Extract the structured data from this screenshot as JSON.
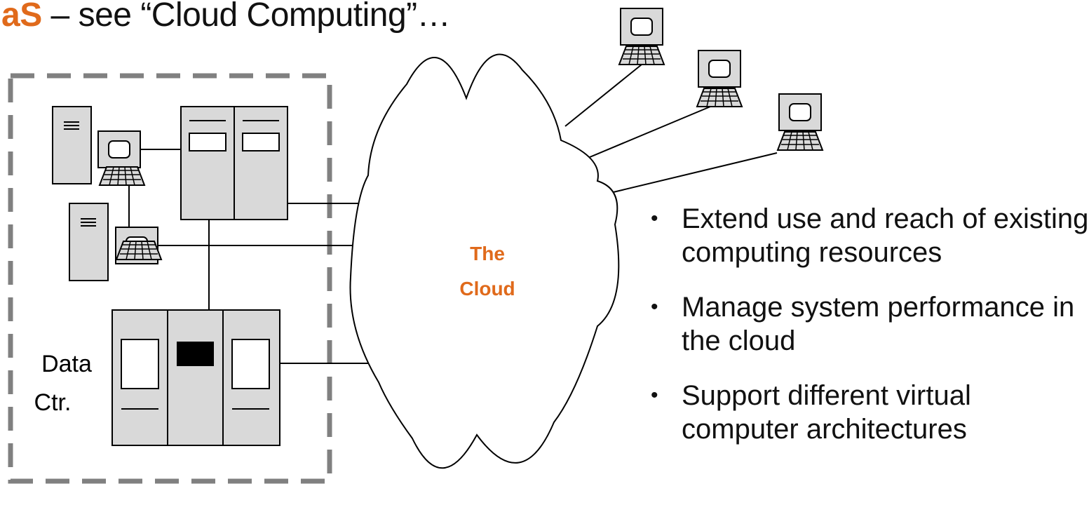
{
  "heading": {
    "accent": "aS",
    "rest": " – see “Cloud Computing”…"
  },
  "diagram": {
    "cloud_label_line1": "The",
    "cloud_label_line2": "Cloud",
    "datacenter_label_line1": "Data",
    "datacenter_label_line2": "Ctr."
  },
  "bullets": [
    "Extend use and reach of existing computing resources",
    "Manage system performance in the cloud",
    "Support different virtual computer architectures"
  ],
  "colors": {
    "accent": "#e06a1b",
    "equipment": "#d9d9d9",
    "dashed_border": "#808080",
    "mainframe_indicator": "#000000"
  }
}
